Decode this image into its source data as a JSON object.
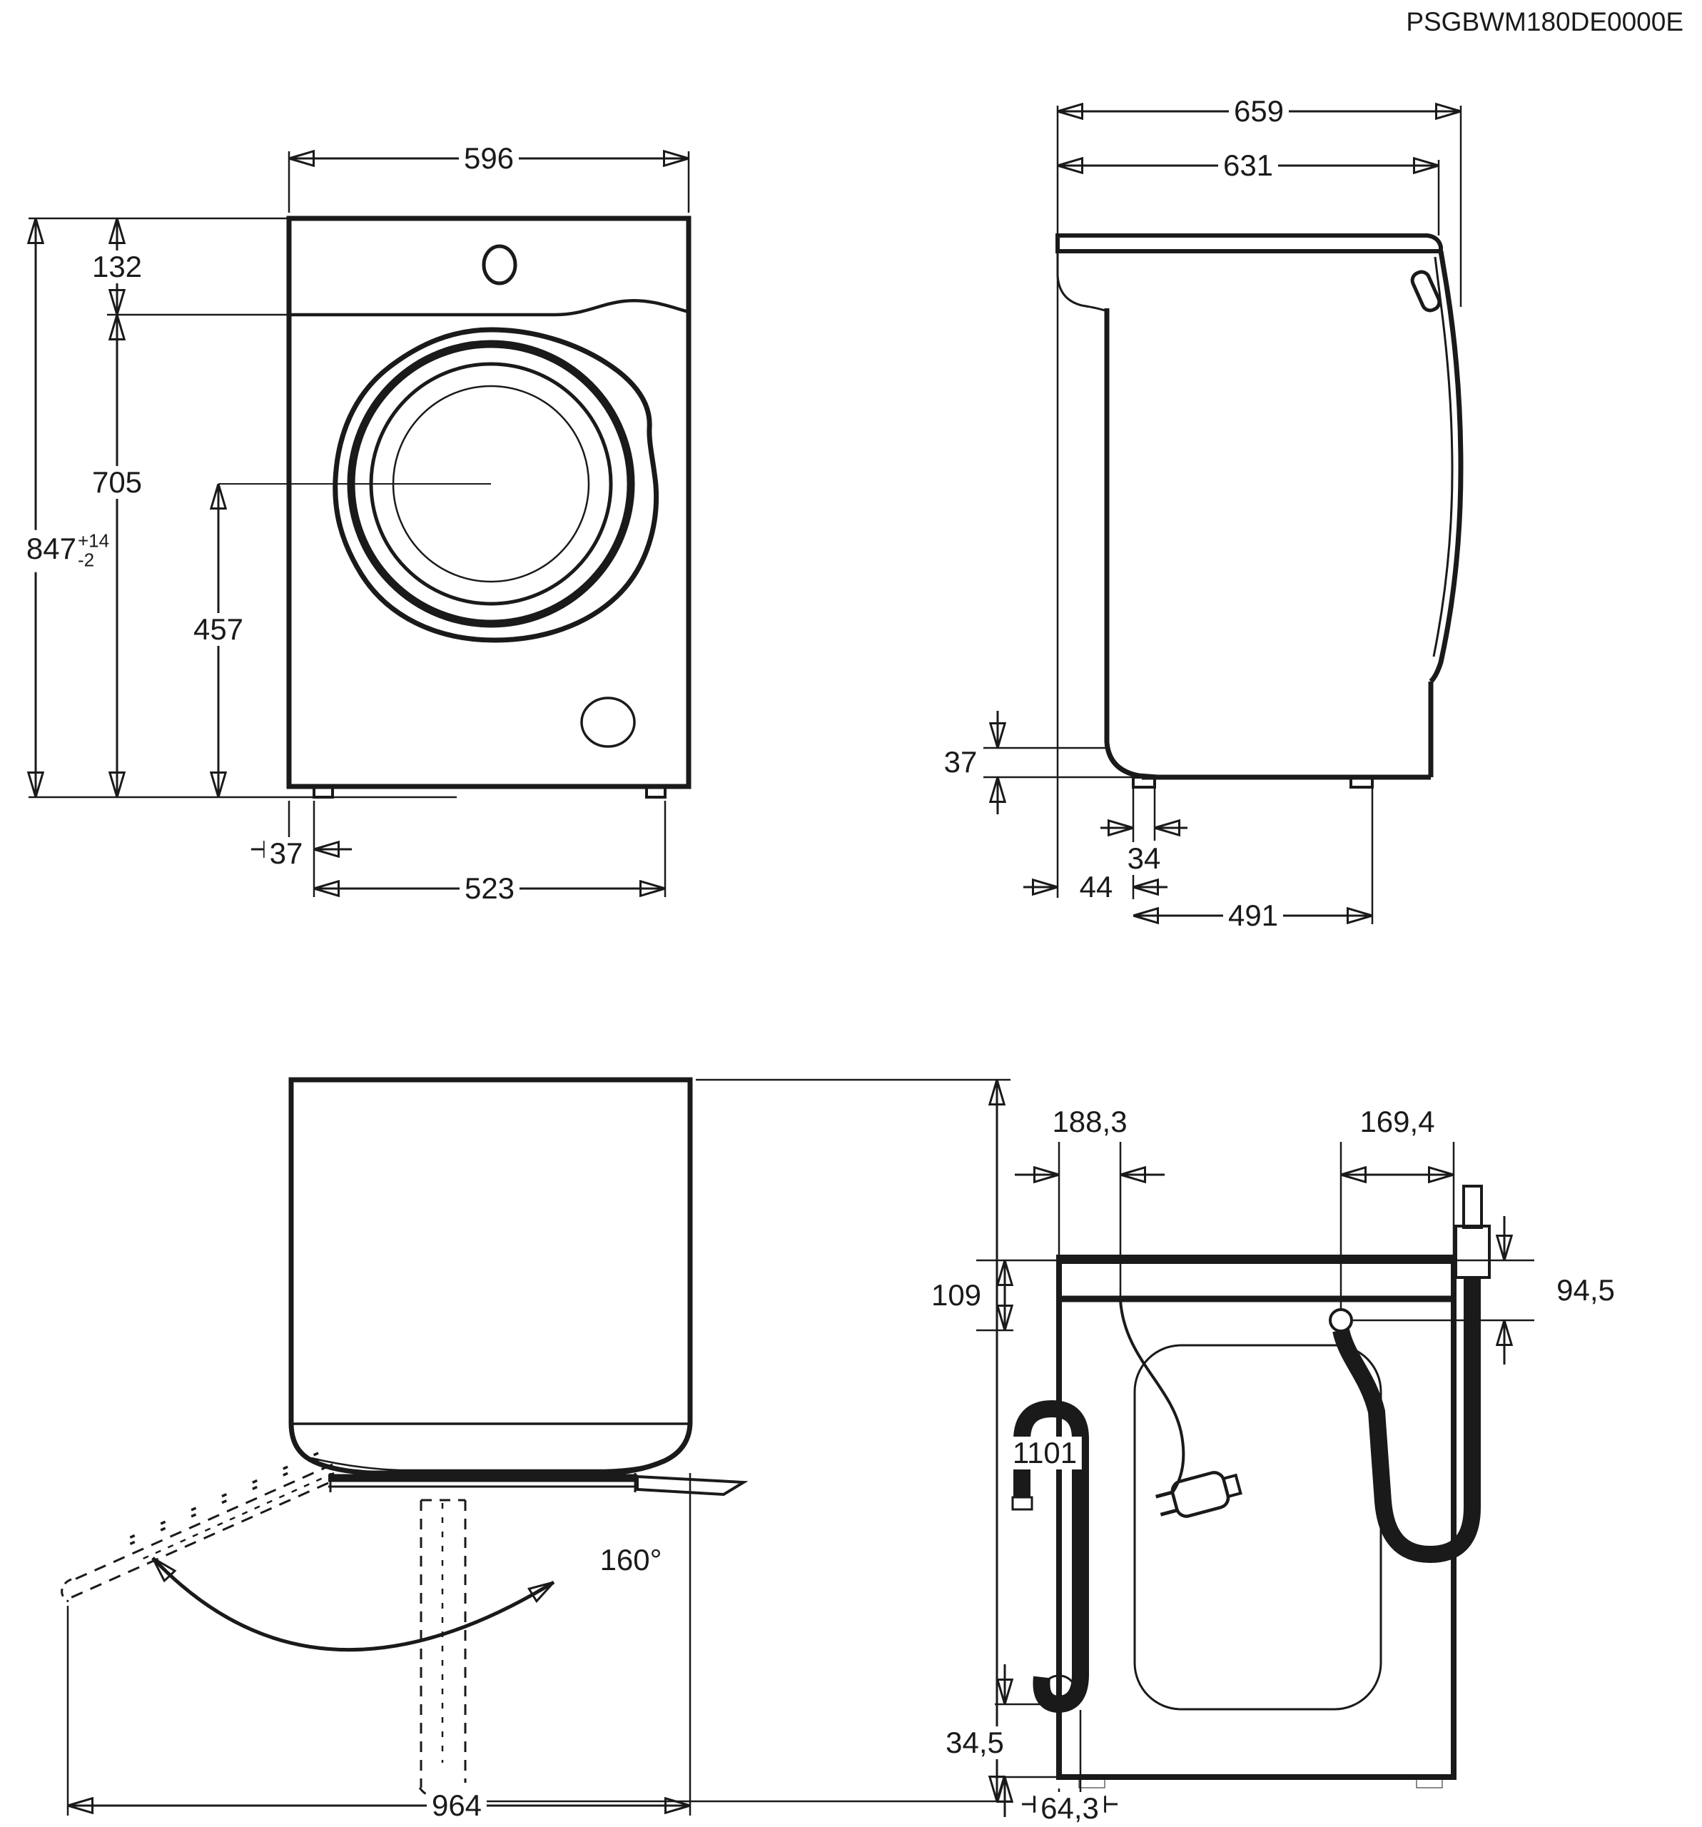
{
  "title": "PSGBWM180DE0000E",
  "front_view": {
    "width": "596",
    "height": "847",
    "height_tolerance_plus": "+14",
    "height_tolerance_minus": "-2",
    "panel_height": "132",
    "panel_to_floor": "705",
    "door_center_height": "457",
    "foot_edge_offset": "37",
    "feet_spacing": "523"
  },
  "side_view": {
    "depth_total": "659",
    "depth_body": "631",
    "rear_recess_height": "37",
    "foot_width": "34",
    "rear_foot_offset": "44",
    "feet_spacing": "491"
  },
  "open_door_view": {
    "opening_angle": "160°",
    "depth_door_open": "1101",
    "width_door_open": "964"
  },
  "rear_view": {
    "cord_offset": "188,3",
    "inlet_hose_offset": "169,4",
    "left_top_offset": "109",
    "right_top_offset": "94,5",
    "drain_hose_bottom_offset": "34,5",
    "drain_hose_left_offset": "64,3"
  }
}
